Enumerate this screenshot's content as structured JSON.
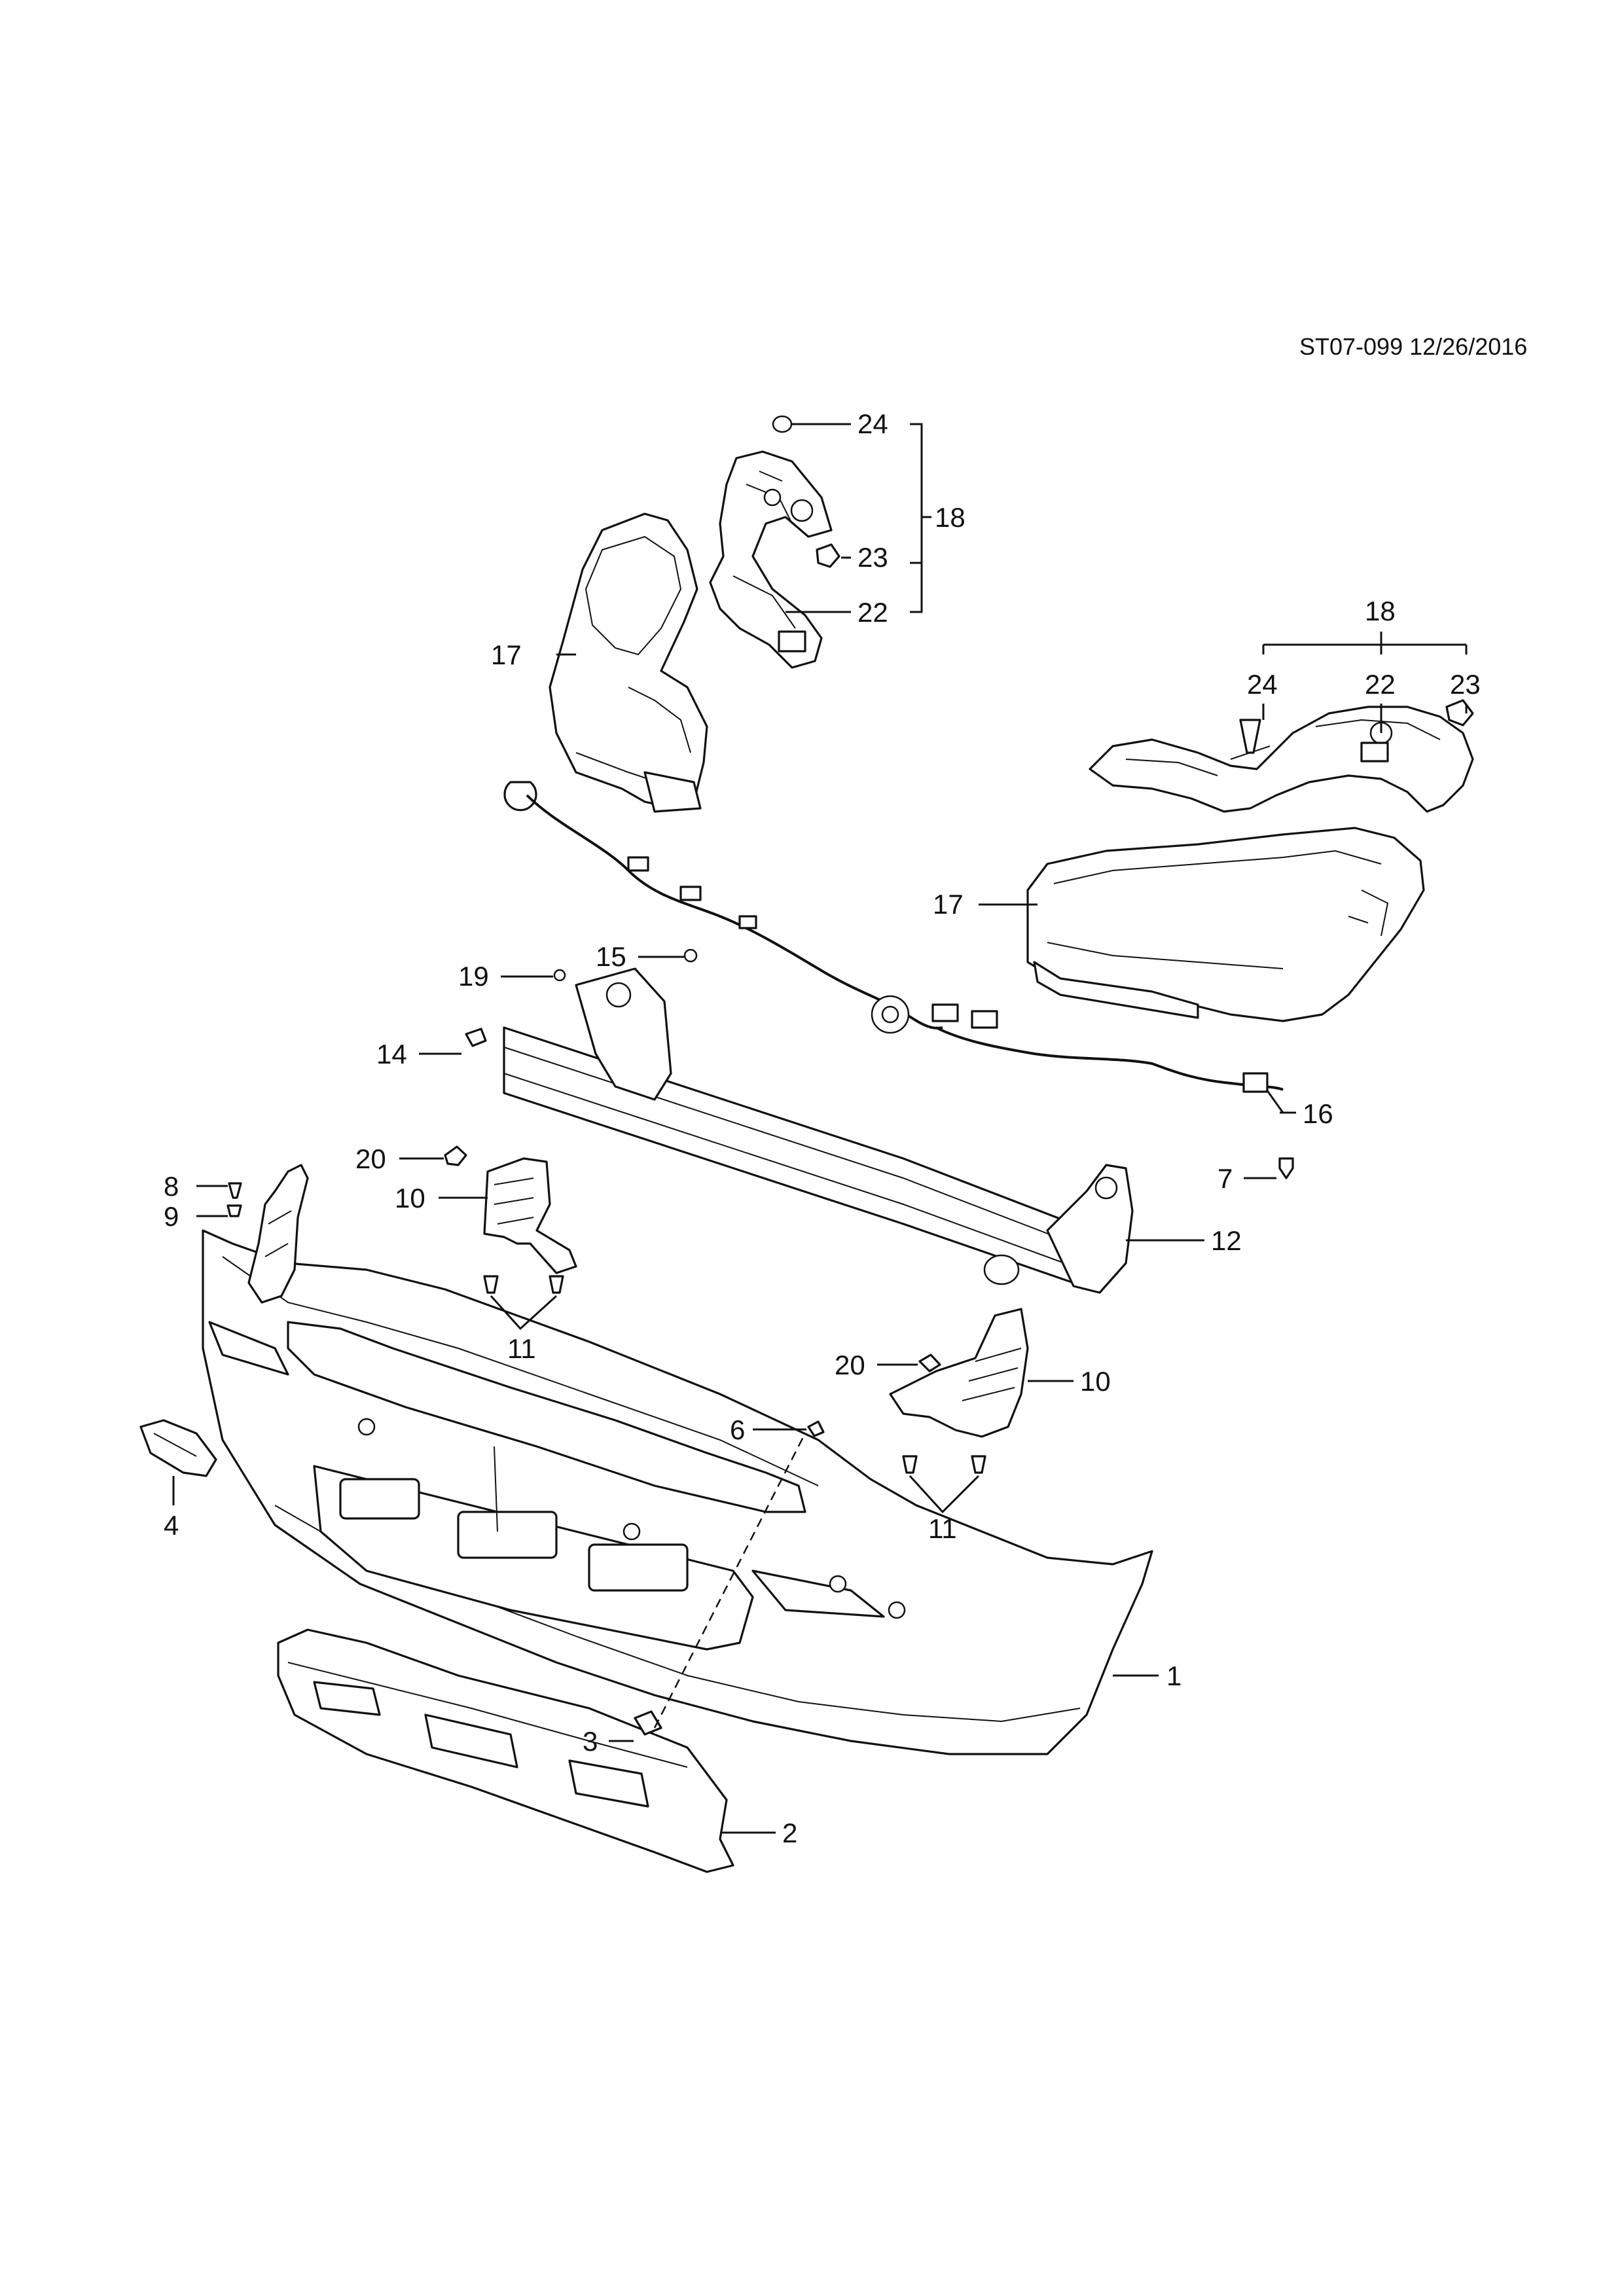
{
  "document_id": "ST07-099 12/26/2016",
  "labels": {
    "l1": "1",
    "l2": "2",
    "l3": "3",
    "l4": "4",
    "l6": "6",
    "l7": "7",
    "l8": "8",
    "l9": "9",
    "l10a": "10",
    "l10b": "10",
    "l11a": "11",
    "l11b": "11",
    "l12": "12",
    "l14": "14",
    "l15": "15",
    "l16": "16",
    "l17a": "17",
    "l17b": "17",
    "l18a": "18",
    "l18b": "18",
    "l19": "19",
    "l20a": "20",
    "l20b": "20",
    "l22a": "22",
    "l22b": "22",
    "l23a": "23",
    "l23b": "23",
    "l24a": "24",
    "l24b": "24"
  },
  "icons": {
    "rear-bumper-fascia": "bumper-cover",
    "lower-valance": "diffuser-panel",
    "impact-beam": "reinforcement-bar",
    "wiring-harness": "sensor-harness",
    "energy-absorber": "foam-absorber",
    "bracket-assembly": "mounting-bracket"
  }
}
